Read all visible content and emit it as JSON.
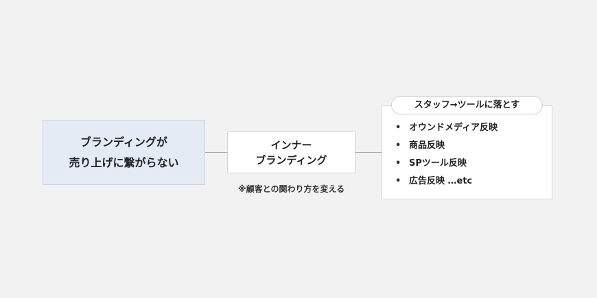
{
  "left_box": {
    "line1": "ブランディングが",
    "line2": "売り上げに繋がらない"
  },
  "middle_box": {
    "line1": "インナー",
    "line2": "ブランディング"
  },
  "note": "※顧客との関わり方を変える",
  "right_box": {
    "header": "スタッフ→ツールに落とす",
    "items": [
      "オウンドメディア反映",
      "商品反映",
      "SPツール反映",
      "広告反映 …etc"
    ]
  },
  "colors": {
    "background": "#f2f2f2",
    "left_box_fill": "#e4ebf5",
    "left_box_border": "#c9d5e6",
    "box_fill": "#ffffff",
    "box_border": "#d4d4d4",
    "connector": "#a8a8a8",
    "text": "#222222"
  }
}
